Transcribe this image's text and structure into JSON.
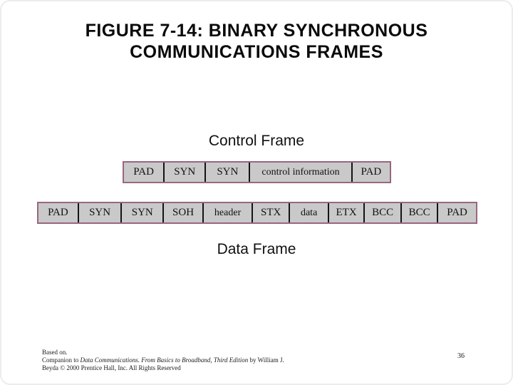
{
  "slide": {
    "title_line1": "FIGURE 7-14: BINARY SYNCHRONOUS",
    "title_line2": "COMMUNICATIONS FRAMES",
    "page_number": "36",
    "colors": {
      "cell_fill": "#c9c9c9",
      "frame_border": "#996680",
      "cell_divider": "#141414",
      "title_color": "#0a0a0a"
    }
  },
  "control_frame": {
    "label": "Control Frame",
    "cells": [
      "PAD",
      "SYN",
      "SYN",
      "control information",
      "PAD"
    ]
  },
  "data_frame": {
    "label": "Data Frame",
    "cells": [
      "PAD",
      "SYN",
      "SYN",
      "SOH",
      "header",
      "STX",
      "data",
      "ETX",
      "BCC",
      "BCC",
      "PAD"
    ]
  },
  "footer": {
    "line1": "Based on.",
    "line2_prefix": "Companion to ",
    "line2_italic": "Data Communications. From Basics to Broadband, Third Edition",
    "line2_suffix": " by William J.",
    "line3": "Beyda © 2000 Prentice Hall, Inc. All Rights Reserved"
  }
}
